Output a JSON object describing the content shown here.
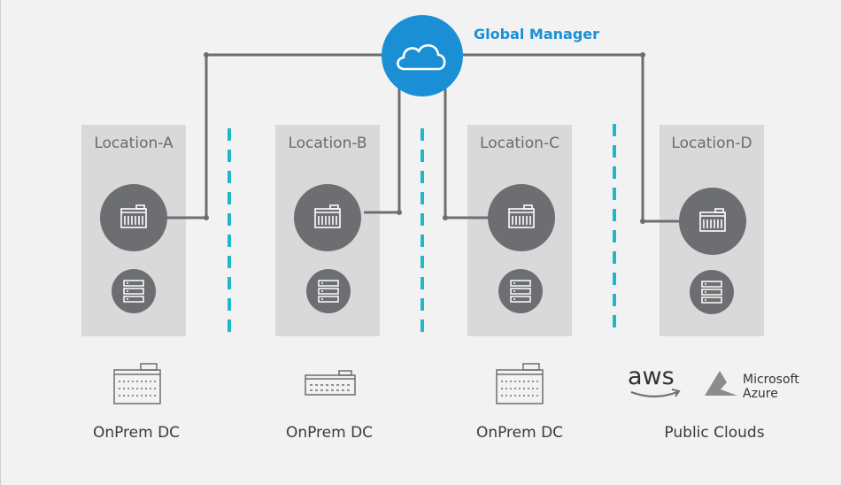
{
  "global_manager": {
    "label": "Global Manager",
    "icon": "cloud-icon",
    "color": "#1a8fd6"
  },
  "locations": [
    {
      "label": "Location-A",
      "bottom_label": "OnPrem DC"
    },
    {
      "label": "Location-B",
      "bottom_label": "OnPrem DC"
    },
    {
      "label": "Location-C",
      "bottom_label": "OnPrem DC"
    },
    {
      "label": "Location-D",
      "bottom_label": "Public Clouds"
    }
  ],
  "public_cloud_logos": {
    "aws": "aws",
    "microsoft_line1": "Microsoft",
    "microsoft_line2": "Azure"
  },
  "colors": {
    "location_box": "#d9d9d9",
    "node_circle": "#6d6e71",
    "connector": "#6d6e71",
    "divider": "#1fb8c9"
  }
}
